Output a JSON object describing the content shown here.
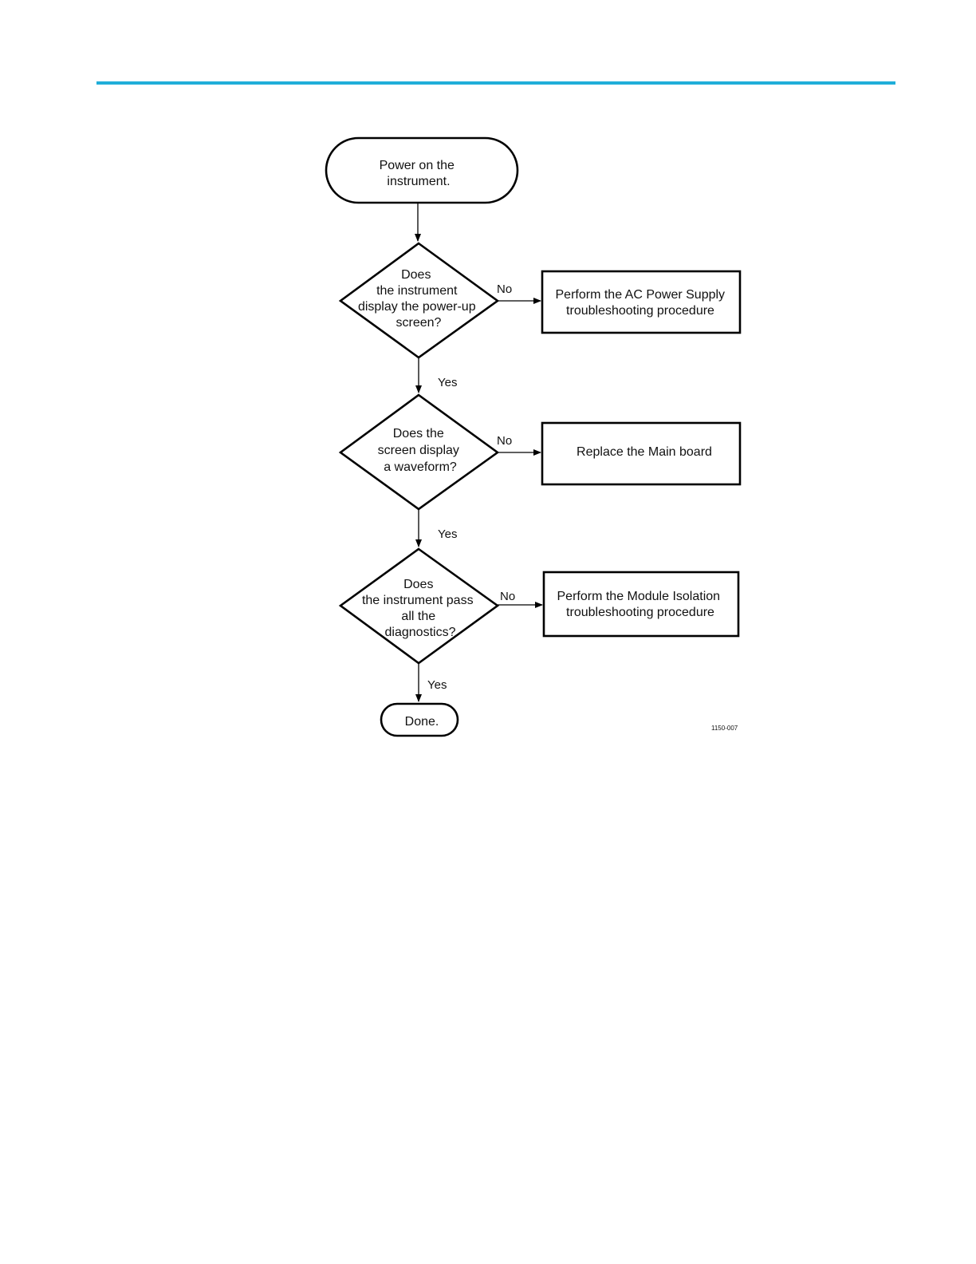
{
  "page": {
    "accent_color": "#20aed9"
  },
  "flowchart": {
    "start": {
      "lines": [
        "Power on the",
        "instrument."
      ]
    },
    "decision_power_up": {
      "lines": [
        "Does",
        "the instrument",
        "display the power-up",
        "screen?"
      ]
    },
    "decision_waveform": {
      "lines": [
        "Does the",
        "screen display",
        "a waveform?"
      ]
    },
    "decision_diagnostics": {
      "lines": [
        "Does",
        "the instrument pass",
        "all the",
        "diagnostics?"
      ]
    },
    "action_ac_power": {
      "lines": [
        "Perform the AC Power Supply",
        "troubleshooting procedure"
      ]
    },
    "action_main_board": {
      "lines": [
        "Replace the Main board"
      ]
    },
    "action_module_isolation": {
      "lines": [
        "Perform the Module Isolation",
        "troubleshooting procedure"
      ]
    },
    "end": {
      "label": "Done."
    },
    "edge_labels": {
      "no_1": "No",
      "yes_1": "Yes",
      "no_2": "No",
      "yes_2": "Yes",
      "no_3": "No",
      "yes_3": "Yes"
    },
    "figure_id": "1150-007"
  }
}
